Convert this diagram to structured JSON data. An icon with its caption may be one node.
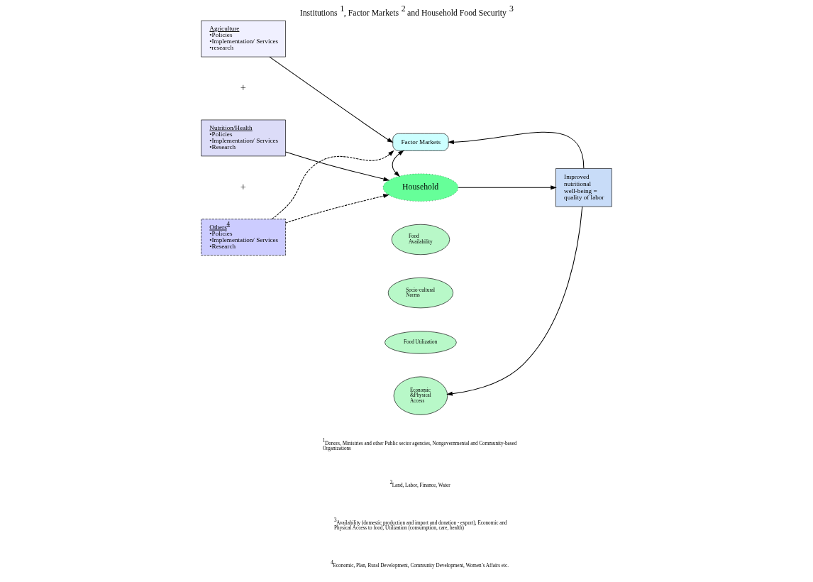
{
  "diagram": {
    "title": "Institutions $^{1}$, Factor Markets $^{2}$ and Household Food Security $^{3}$",
    "nodes": [
      {
        "text": [
          "Agriculture",
          "•Policies",
          "•Implementation/ Services",
          "•research"
        ]
      },
      {
        "text": [
          "Nutrition/Health",
          "•Policies",
          "•Implementation/ Services",
          "•Research"
        ]
      },
      {
        "text": [
          "Others$^{4}$",
          "•Policies",
          "•Implementation/ Services",
          "•Research"
        ]
      },
      {
        "text": [
          "Factor Markets"
        ]
      },
      {
        "text": [
          "Food Availability"
        ]
      },
      {
        "text": [
          "Socio-cultural Norms"
        ]
      },
      {
        "text": [
          "Household"
        ]
      },
      {
        "text": [
          "Food Utilization"
        ]
      },
      {
        "text": [
          "Economic &Physical Access"
        ]
      },
      {
        "text": [
          "Improved nutritional well-being = quality of labor"
        ]
      }
    ],
    "edges": [
      {
        "from": 0,
        "to": 3,
        "arrow": "to"
      },
      {
        "from": 2,
        "to": 3,
        "arrow": "to",
        "style": "dashed"
      },
      {
        "from": 1,
        "to": 6,
        "arrow": "to"
      },
      {
        "from": 2,
        "to": 6,
        "arrow": "to",
        "style": "dashed"
      },
      {
        "from": 3,
        "to": 6,
        "arrow": "both"
      },
      {
        "from": 6,
        "to": 9,
        "arrow": "to"
      },
      {
        "from": 9,
        "to": 3,
        "arrow": "to"
      },
      {
        "from": 9,
        "to": 8,
        "arrow": "to"
      }
    ],
    "labels": [
      "+",
      "+",
      "$^{1}$Donors, Ministries and other Public sector agencies, Nongovernmental and Community-based Organizations",
      "$^{2}$Land, Labor, Finance, Water",
      "$^{3}$Availability (domestic production and import and donation - export), Economic and Physical Access to food, Utilization (consumption, care, health)",
      "$^{4}$Economic, Plan, Rural Development, Community Development, Women’s Affairs etc."
    ]
  }
}
